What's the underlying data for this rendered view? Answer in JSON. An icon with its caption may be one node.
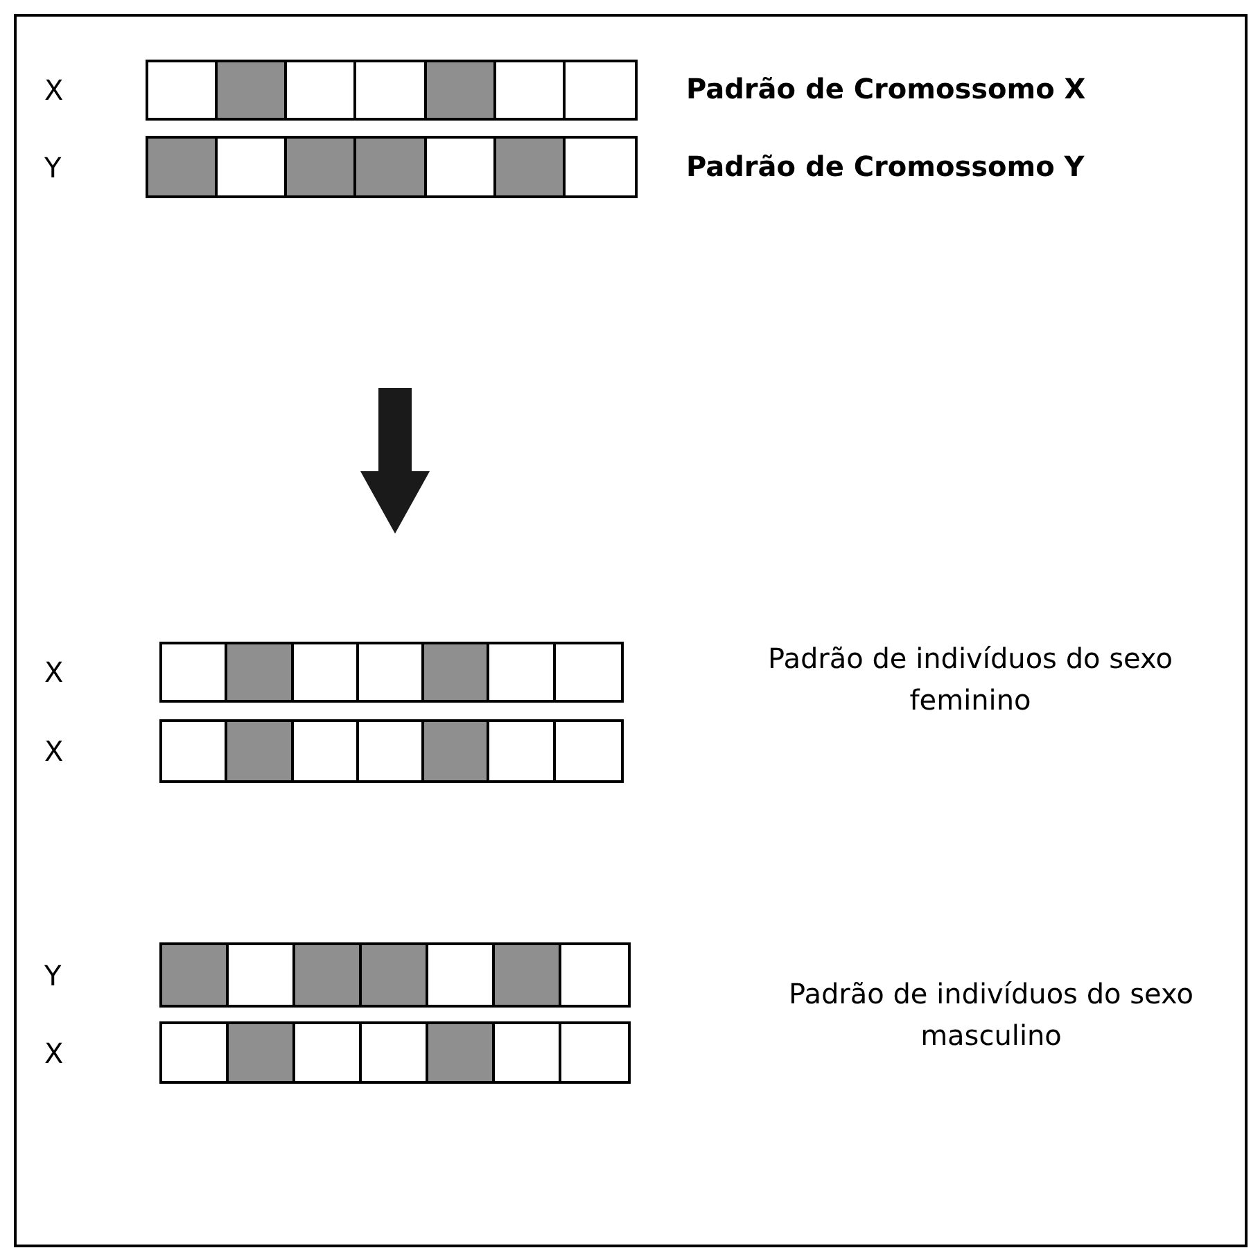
{
  "diagram": {
    "nodes": [
      {
        "text": [],
        "shape": "bar",
        "beside": [
          "X",
          "Padrão de Cromossomo X"
        ]
      },
      {
        "text": [],
        "shape": "bar",
        "beside": [
          "Y",
          "Padrão de Cromossomo Y"
        ]
      },
      {
        "text": [],
        "shape": "bar",
        "beside": [
          "X"
        ]
      },
      {
        "text": [],
        "shape": "bar",
        "beside": [
          "X"
        ]
      },
      {
        "text": [],
        "shape": "bar",
        "beside": [
          "Y"
        ]
      },
      {
        "text": [],
        "shape": "bar",
        "beside": [
          "X"
        ]
      }
    ],
    "edges": [],
    "labels": [
      "Padrão de indivíduos do sexo feminino",
      "Padrão de indivíduos do sexo masculino"
    ]
  }
}
